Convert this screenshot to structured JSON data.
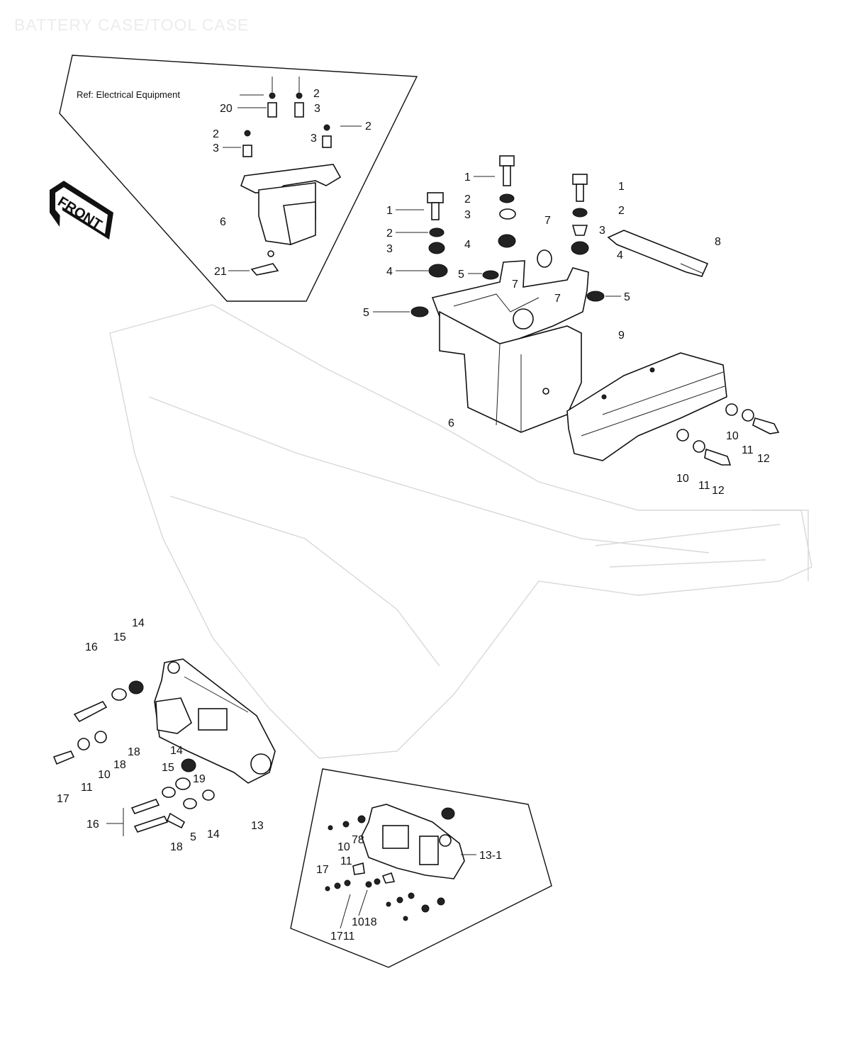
{
  "page": {
    "title": "BATTERY CASE/TOOL CASE"
  },
  "inset_top": {
    "reference": "Ref: Electrical Equipment",
    "callouts": {
      "c2a": "2",
      "c3a": "3",
      "c2b": "2",
      "c20": "20",
      "c2c": "2",
      "c3b": "3",
      "c3c": "3",
      "c6": "6",
      "c21": "21"
    }
  },
  "front_arrow": {
    "label": "FRONT"
  },
  "main_upper": {
    "callouts": {
      "a1": "1",
      "a2": "2",
      "a3": "3",
      "a4": "4",
      "b1": "1",
      "b2": "2",
      "b3": "3",
      "b4": "4",
      "d1": "1",
      "d2": "2",
      "d3": "3",
      "d4": "4",
      "e5": "5",
      "e5b": "5",
      "e5c": "5",
      "e7": "7",
      "e7b": "7",
      "e7c": "7",
      "e8": "8",
      "e9": "9",
      "e6": "6",
      "f10": "10",
      "f11": "11",
      "f12": "12",
      "g10": "10",
      "g11": "11",
      "g12": "12"
    }
  },
  "main_lower": {
    "callouts": {
      "h14": "14",
      "h15": "15",
      "h16": "16",
      "h18": "18",
      "h18b": "18",
      "h10": "10",
      "h11": "11",
      "h17": "17",
      "h14b": "14",
      "h15b": "15",
      "h19": "19",
      "h16b": "16",
      "h18c": "18",
      "h5": "5",
      "h14c": "14",
      "h13": "13"
    }
  },
  "inset_bottom": {
    "callouts": {
      "k13": "13-1",
      "k10": "10",
      "k78": "78",
      "k17": "17",
      "k11": "11",
      "k1711": "1711",
      "k1018": "1018"
    }
  }
}
